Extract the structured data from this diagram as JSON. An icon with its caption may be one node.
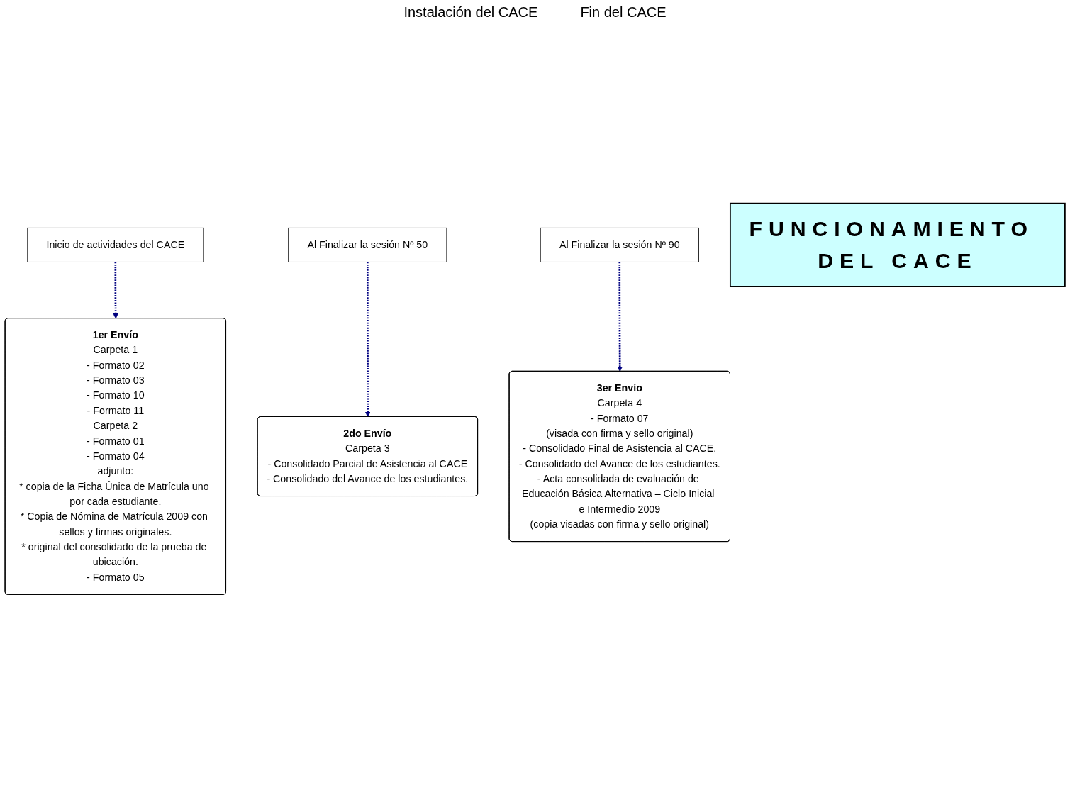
{
  "diagram": {
    "nodes": [
      {
        "text": [
          "Inicio de actividades del CACE"
        ]
      },
      {
        "text": [
          "Al Finalizar la sesión Nº 50"
        ]
      },
      {
        "text": [
          "Al Finalizar la sesión Nº 90"
        ]
      },
      {
        "text": [
          "FUNCIONAMIENTO DEL CACE"
        ]
      },
      {
        "text": [
          "1er Envío",
          "Carpeta 1",
          "- Formato 02",
          "- Formato 03",
          "- Formato 10",
          "- Formato 11",
          "Carpeta 2",
          "- Formato 01",
          "- Formato 04",
          "adjunto:",
          "* copia de la Ficha Única de Matrícula uno por cada estudiante.",
          "* Copia de Nómina de Matrícula 2009 con sellos y firmas originales.",
          "* original del consolidado de la prueba de ubicación.",
          "- Formato 05"
        ]
      },
      {
        "text": [
          "2do Envío",
          "Carpeta 3",
          "- Consolidado Parcial de Asistencia al CACE",
          "- Consolidado del Avance de los estudiantes."
        ]
      },
      {
        "text": [
          "3er Envío",
          "Carpeta 4",
          "- Formato 07",
          "(visada con firma y sello original)",
          "- Consolidado Final de Asistencia al CACE.",
          "- Consolidado del Avance de los estudiantes.",
          "- Acta consolidada de evaluación de Educación Básica Alternativa – Ciclo Inicial e Intermedio 2009",
          "(copia visadas con firma y sello original)"
        ]
      }
    ],
    "edges": [
      {
        "from": 0,
        "to": 4,
        "arrow": "to",
        "style": "dashed"
      },
      {
        "from": 1,
        "to": 5,
        "arrow": "to",
        "style": "dashed"
      },
      {
        "from": 2,
        "to": 6,
        "arrow": "to",
        "style": "dashed"
      }
    ],
    "labels": [
      "Instalación del CACE",
      "Fin del CACE"
    ]
  }
}
